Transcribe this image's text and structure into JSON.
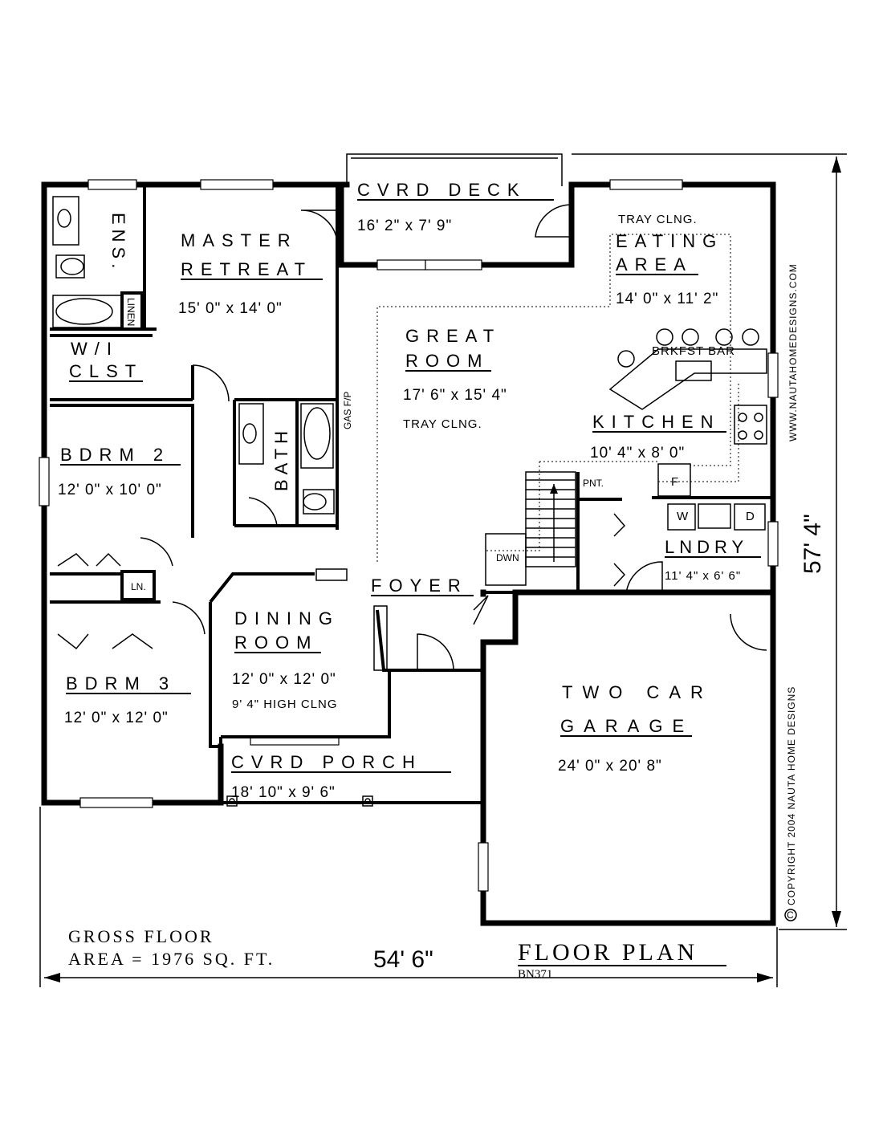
{
  "rooms": {
    "ens": "ENS.",
    "linen": "LINEN",
    "wi_clst_1": "W/I",
    "wi_clst_2": "CLST",
    "master_1": "MASTER",
    "master_2": "RETREAT",
    "master_dim": "15' 0\" x 14' 0\"",
    "deck": "CVRD DECK",
    "deck_dim": "16' 2\" x 7' 9\"",
    "tray_eating": "TRAY CLNG.",
    "eating_1": "EATING",
    "eating_2": "AREA",
    "eating_dim": "14' 0\" x 11' 2\"",
    "great_1": "GREAT",
    "great_2": "ROOM",
    "great_dim": "17' 6\" x 15' 4\"",
    "great_tray": "TRAY CLNG.",
    "gas_fp": "GAS F/P",
    "bath": "BATH",
    "brkfst": "BRKFST BAR",
    "kitchen": "KITCHEN",
    "kitchen_dim": "10' 4\" x 8' 0\"",
    "pnt": "PNT.",
    "fridge": "F",
    "washer": "W",
    "dryer": "D",
    "lndry": "LNDRY",
    "lndry_dim": "11' 4\" x 6' 6\"",
    "dwn": "DWN",
    "bdrm2": "BDRM 2",
    "bdrm2_dim": "12' 0\" x 10' 0\"",
    "ln": "LN.",
    "foyer": "FOYER",
    "dining_1": "DINING",
    "dining_2": "ROOM",
    "dining_dim": "12' 0\" x 12' 0\"",
    "dining_clng": "9' 4\" HIGH CLNG",
    "bdrm3": "BDRM 3",
    "bdrm3_dim": "12' 0\" x 12' 0\"",
    "porch": "CVRD PORCH",
    "porch_dim": "18' 10\" x 9' 6\"",
    "garage_1": "TWO CAR",
    "garage_2": "GARAGE",
    "garage_dim": "24' 0\" x 20' 8\""
  },
  "labels": {
    "gross_1": "GROSS FLOOR",
    "gross_2": "AREA = 1976 SQ. FT.",
    "width": "54' 6\"",
    "depth": "57' 4\"",
    "title": "FLOOR PLAN",
    "plan_no": "BN371",
    "website": "WWW.NAUTAHOMEDESIGNS.COM",
    "copyright": "COPYRIGHT 2004 NAUTA HOME DESIGNS"
  }
}
